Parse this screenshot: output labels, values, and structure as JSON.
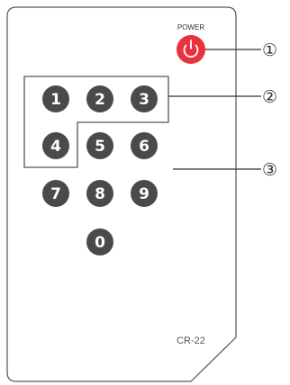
{
  "remote": {
    "power_label": "POWER",
    "model": "CR-22",
    "power_color": "#e8323c",
    "key_color": "#4a4a4a",
    "outline_color": "#555555",
    "keys": [
      "1",
      "2",
      "3",
      "4",
      "5",
      "6",
      "7",
      "8",
      "9",
      "0"
    ]
  },
  "callouts": [
    {
      "label": "①"
    },
    {
      "label": "②"
    },
    {
      "label": "③"
    }
  ]
}
